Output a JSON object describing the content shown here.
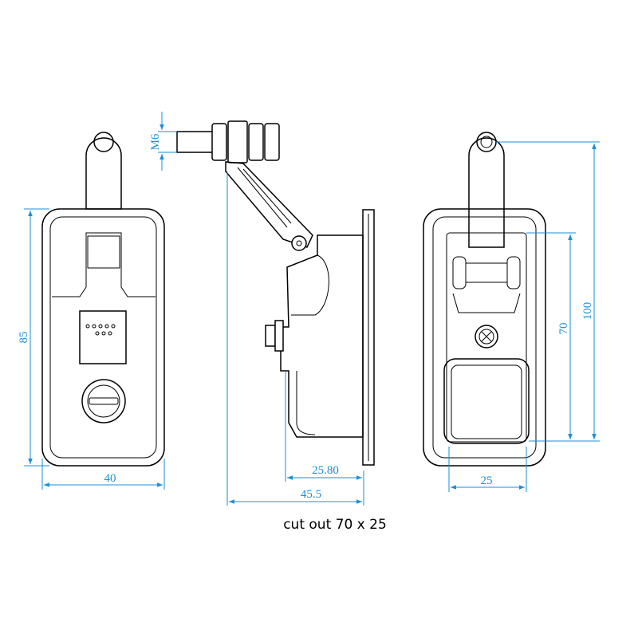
{
  "dimensions": {
    "height_front": "85",
    "width_front": "40",
    "thread": "M6",
    "depth_body": "25.80",
    "depth_total": "45.5",
    "height_cutout": "70",
    "height_total": "100",
    "width_cutout": "25"
  },
  "caption": "cut out 70 x 25",
  "colors": {
    "dimension": "#1a8fd8",
    "outline": "#000000"
  }
}
